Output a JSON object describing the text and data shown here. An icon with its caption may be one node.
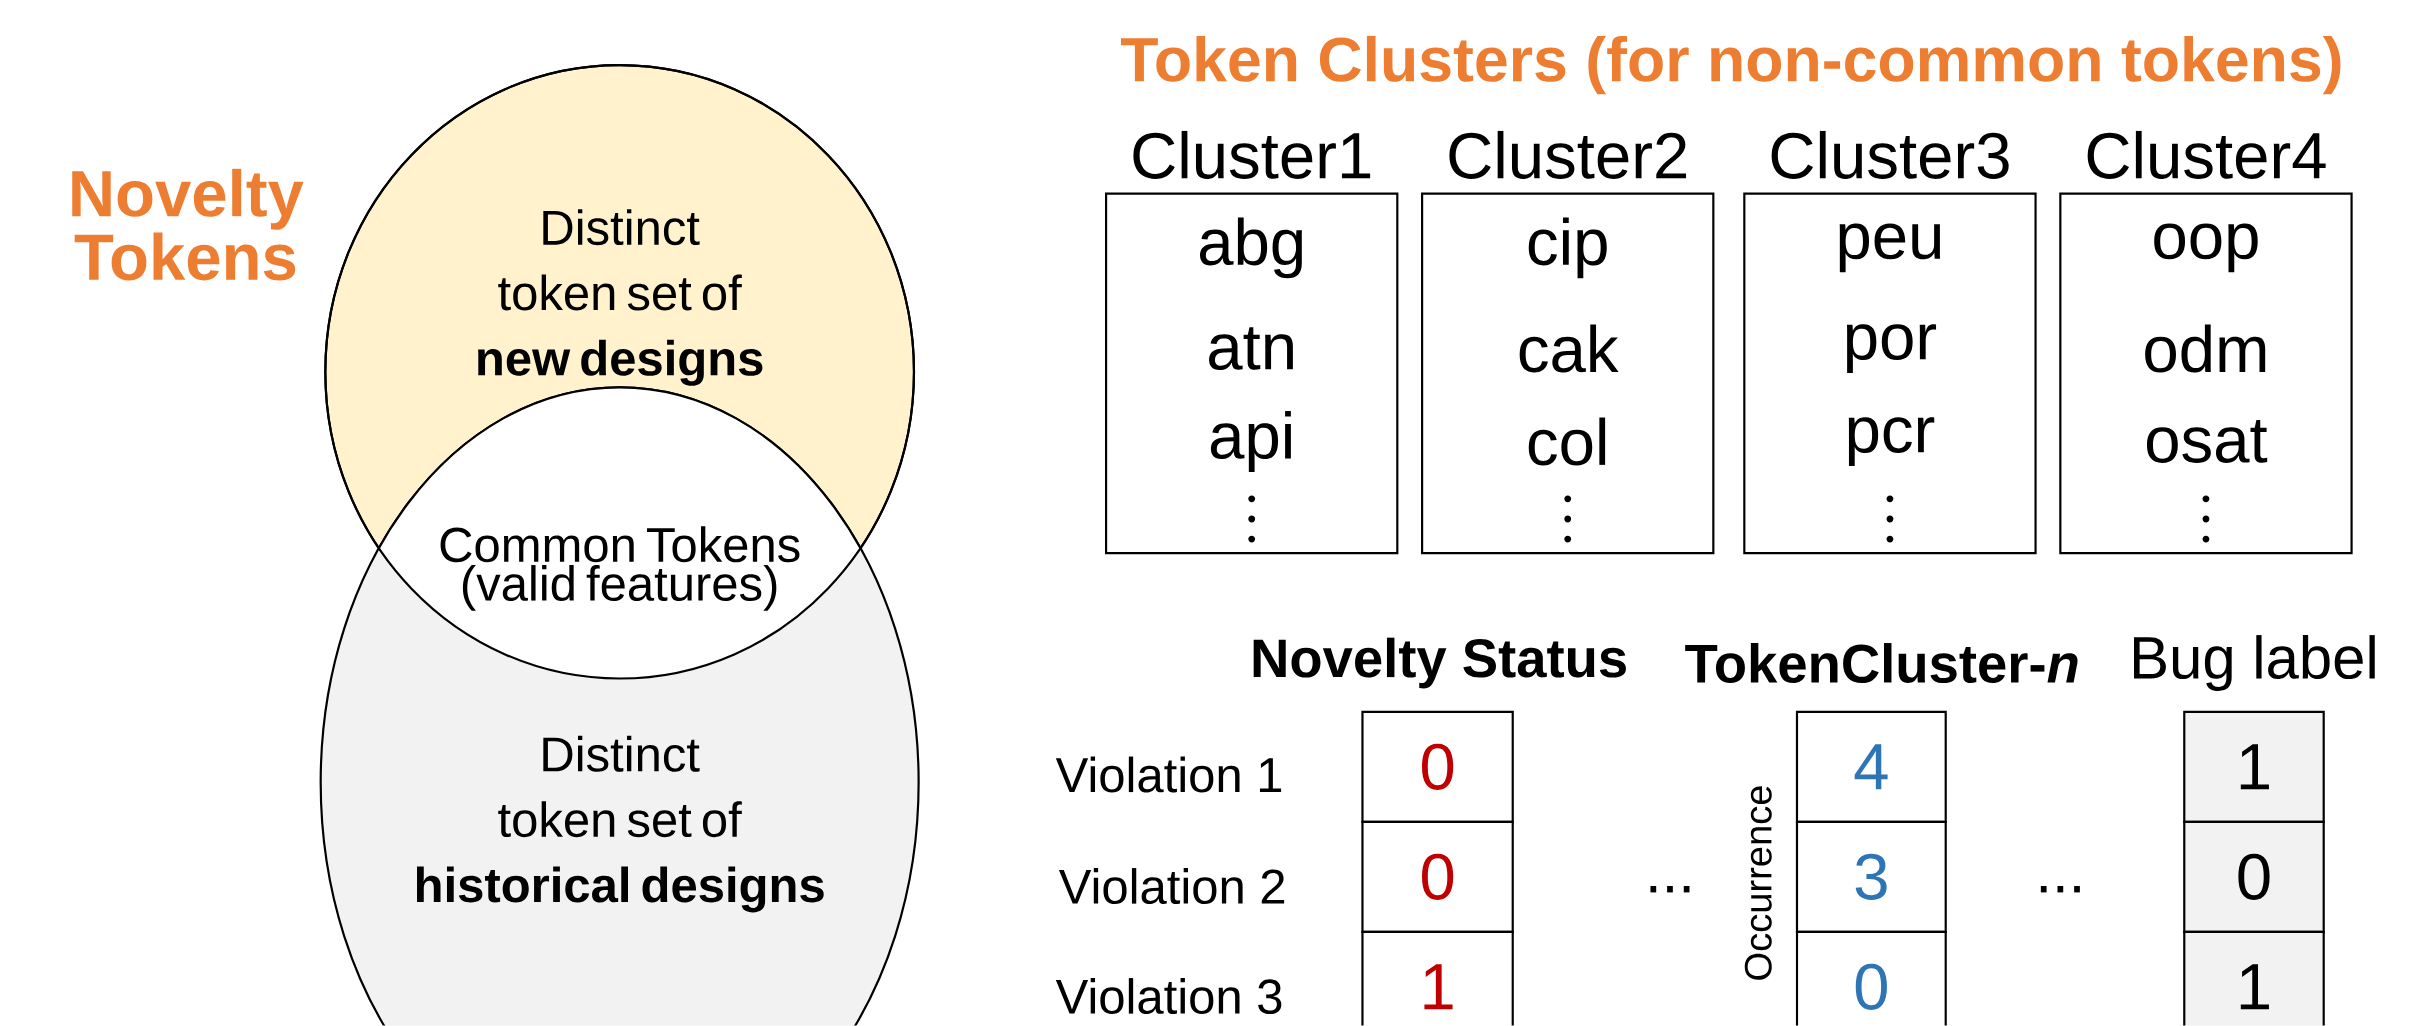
{
  "diagram": {
    "nodes": [
      {
        "text": [
          "Distinct token set of **new designs**"
        ]
      },
      {
        "text": [
          "Common Tokens (valid features)"
        ]
      },
      {
        "text": [
          "Distinct token set of **historical designs**"
        ]
      },
      {
        "text": [
          "Cluster1",
          "abg",
          "atn",
          "api"
        ]
      },
      {
        "text": [
          "Cluster2",
          "cip",
          "cak",
          "col"
        ]
      },
      {
        "text": [
          "Cluster3",
          "peu",
          "por",
          "pcr"
        ]
      },
      {
        "text": [
          "Cluster4",
          "oop",
          "odm",
          "osat"
        ]
      },
      {
        "text": [
          "0"
        ]
      },
      {
        "text": [
          "4"
        ]
      },
      {
        "text": [
          "1"
        ]
      },
      {
        "text": [
          "0"
        ]
      },
      {
        "text": [
          "3"
        ]
      },
      {
        "text": [
          "0"
        ]
      },
      {
        "text": [
          "1"
        ]
      },
      {
        "text": [
          "0"
        ]
      },
      {
        "text": [
          "1"
        ]
      }
    ],
    "labels": [
      "Novelty Tokens",
      "Token Clusters (for non-common tokens)",
      "Novelty Status",
      "TokenCluster-*n*",
      "Bug label",
      "Violation 1",
      "Violation 2",
      "Violation 3",
      "Occurrence",
      "...",
      "..."
    ]
  }
}
